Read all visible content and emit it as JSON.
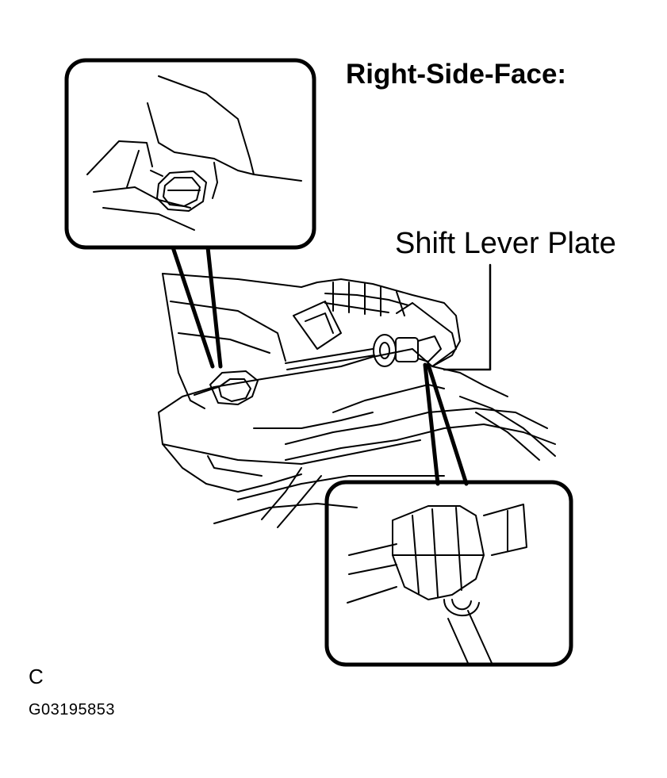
{
  "diagram": {
    "title": "Right-Side-Face:",
    "callout_label": "Shift Lever Plate",
    "view_letter": "C",
    "figure_id": "G03195853"
  }
}
